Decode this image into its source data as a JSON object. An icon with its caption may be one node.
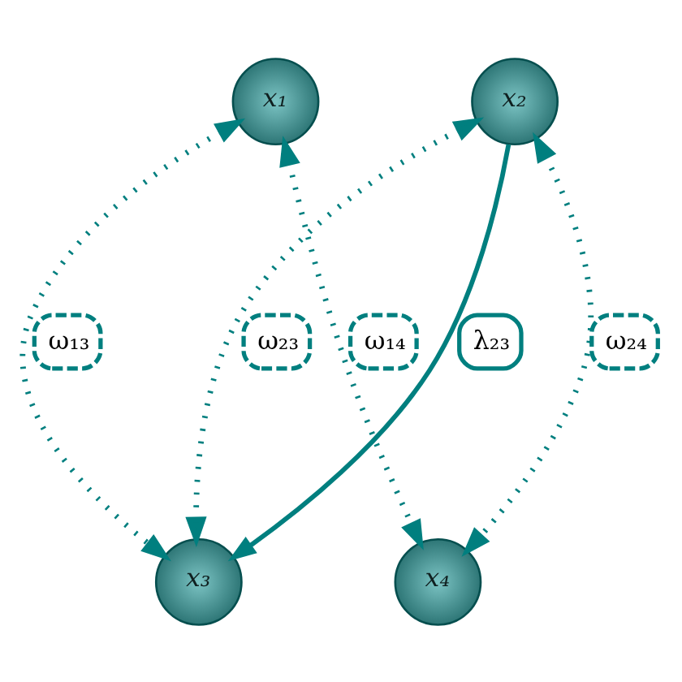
{
  "diagram": {
    "nodes": [
      {
        "text": [
          "x₁"
        ]
      },
      {
        "text": [
          "x₂"
        ]
      },
      {
        "text": [
          "x₃"
        ]
      },
      {
        "text": [
          "x₄"
        ]
      }
    ],
    "edges": [
      {
        "from": 0,
        "to": 2,
        "arrow": "both",
        "label": "ω₁₃",
        "style": "dashed"
      },
      {
        "from": 1,
        "to": 2,
        "arrow": "both",
        "label": "ω₂₃",
        "style": "dashed"
      },
      {
        "from": 1,
        "to": 2,
        "arrow": "to",
        "label": "λ₂₃"
      },
      {
        "from": 0,
        "to": 3,
        "arrow": "both",
        "label": "ω₁₄",
        "style": "dashed"
      },
      {
        "from": 1,
        "to": 3,
        "arrow": "both",
        "label": "ω₂₄",
        "style": "dashed"
      }
    ]
  }
}
